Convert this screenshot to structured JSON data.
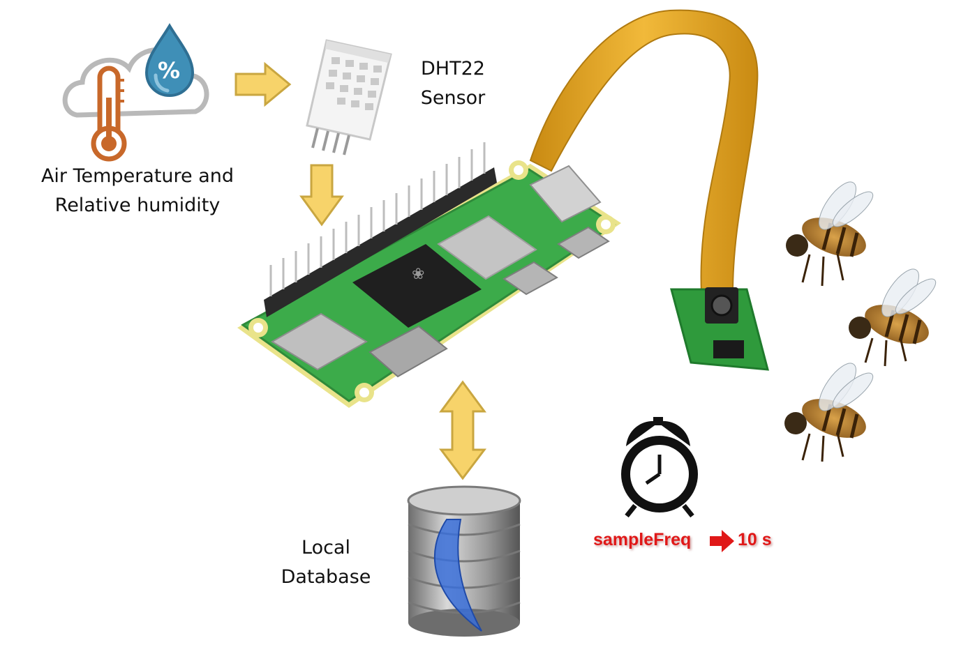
{
  "labels": {
    "env_line1": "Air Temperature and",
    "env_line2": "Relative humidity",
    "sensor_line1": "DHT22",
    "sensor_line2": "Sensor",
    "db_line1": "Local",
    "db_line2": "Database",
    "humidity_symbol": "%"
  },
  "timer": {
    "param": "sampleFreq",
    "value": "10 s"
  },
  "colors": {
    "arrow_fill": "#f7d36a",
    "arrow_stroke": "#c9a640",
    "board_green": "#3cab4a",
    "ribbon_orange": "#e3a21a",
    "freq_red": "#e01818",
    "db_blue": "#3a6fd8"
  }
}
